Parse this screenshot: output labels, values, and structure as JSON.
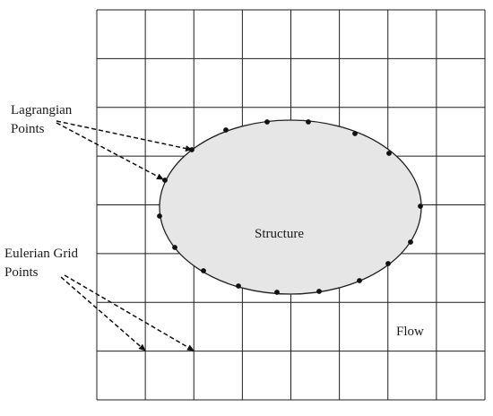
{
  "labels": {
    "lagrangian_line1": "Lagrangian",
    "lagrangian_line2": "Points",
    "eulerian_line1": "Eulerian Grid",
    "eulerian_line2": "Points",
    "structure": "Structure",
    "flow": "Flow"
  },
  "colors": {
    "grid": "#1f1f1f",
    "structure_fill": "#e6e6e6",
    "structure_stroke": "#222222",
    "point": "#111111",
    "arrow": "#111111"
  },
  "grid": {
    "columns": 8,
    "rows": 8
  }
}
